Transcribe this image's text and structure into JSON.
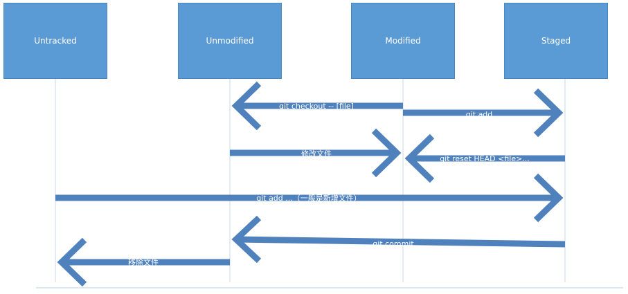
{
  "states": {
    "untracked": "Untracked",
    "unmodified": "Unmodified",
    "modified": "Modified",
    "staged": "Staged"
  },
  "transitions": {
    "checkout": "git checkout -- [file]",
    "add_modified": "git add ...",
    "edit": "修改文件",
    "reset": "git reset HEAD <file>...",
    "add_untracked": "git add ...（一般是新增文件）",
    "commit": "git commit ...",
    "remove": "移除文件"
  },
  "colors": {
    "box_fill": "#5b9bd5",
    "arrow": "#4f81bd",
    "lifeline": "#c7d9ee"
  }
}
